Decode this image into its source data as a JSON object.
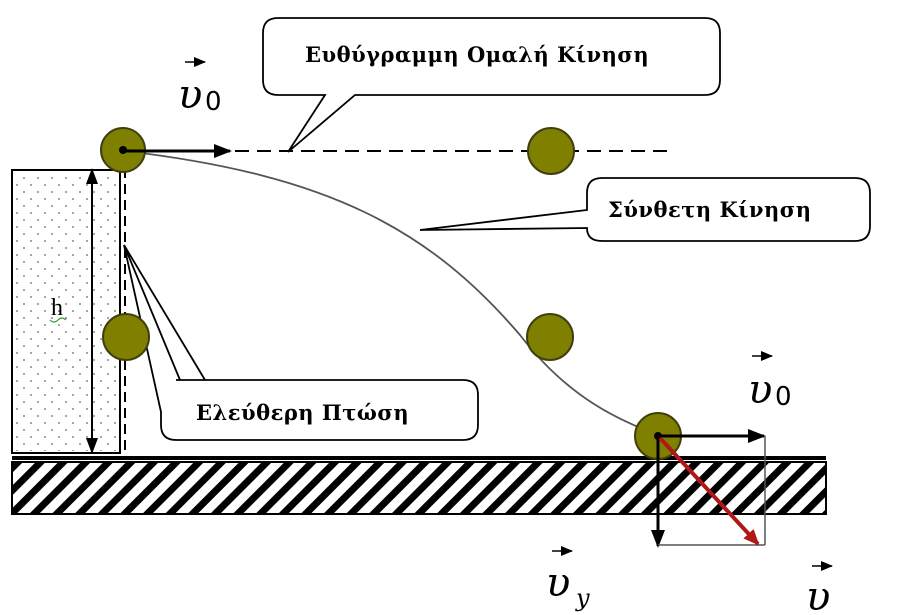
{
  "callouts": {
    "uniform_motion": "Ευθύγραμμη Ομαλή Κίνηση",
    "composite_motion": "Σύνθετη Κίνηση",
    "free_fall": "Ελεύθερη Πτώση"
  },
  "labels": {
    "height": "h"
  },
  "vectors": {
    "v0_top": {
      "symbol": "υ",
      "subscript": "0"
    },
    "v0_right": {
      "symbol": "υ",
      "subscript": "0"
    },
    "vy": {
      "symbol": "υ",
      "subscript": "y"
    },
    "v": {
      "symbol": "υ"
    }
  },
  "colors": {
    "ball_fill": "#808000",
    "ball_stroke": "#3f3f10",
    "resultant_vector": "#b01818"
  }
}
